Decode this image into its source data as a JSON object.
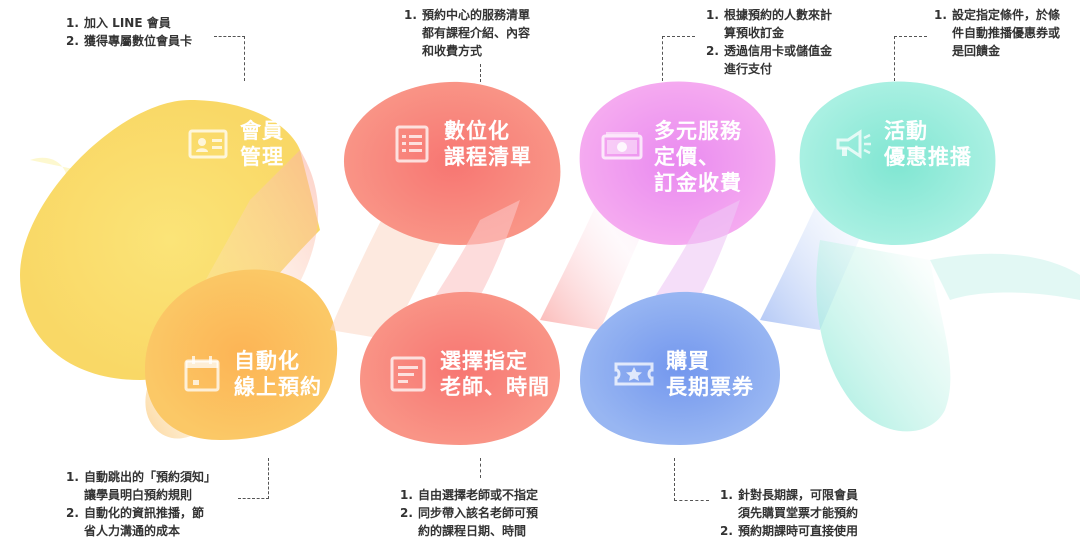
{
  "colors": {
    "yellow": "#f9e06a",
    "orange": "#fbbd5c",
    "red": "#f77f7a",
    "pink": "#f5a9e6",
    "magenta": "#e98af0",
    "blue": "#7fa2ef",
    "cyan": "#88e8d6",
    "text": "#333333"
  },
  "nodes": [
    {
      "id": "member",
      "icon": "id-card-icon",
      "title": "會員\n管理"
    },
    {
      "id": "course",
      "icon": "list-document-icon",
      "title": "數位化\n課程清單"
    },
    {
      "id": "pricing",
      "icon": "money-bill-icon",
      "title": "多元服務\n定價、\n訂金收費"
    },
    {
      "id": "promo",
      "icon": "megaphone-icon",
      "title": "活動\n優惠推播"
    },
    {
      "id": "booking",
      "icon": "calendar-icon",
      "title": "自動化\n線上預約"
    },
    {
      "id": "teacher",
      "icon": "form-document-icon",
      "title": "選擇指定\n老師、時間"
    },
    {
      "id": "ticket",
      "icon": "star-ticket-icon",
      "title": "購買\n長期票券"
    }
  ],
  "notes": [
    {
      "id": "member",
      "items": [
        {
          "num": "1.",
          "text": "加入 LINE 會員"
        },
        {
          "num": "2.",
          "text": "獲得專屬數位會員卡"
        }
      ]
    },
    {
      "id": "course",
      "items": [
        {
          "num": "1.",
          "text": "預約中心的服務清單\n都有課程介紹、內容\n和收費方式"
        }
      ]
    },
    {
      "id": "pricing",
      "items": [
        {
          "num": "1.",
          "text": "根據預約的人數來計\n算預收訂金"
        },
        {
          "num": "2.",
          "text": "透過信用卡或儲值金\n進行支付"
        }
      ]
    },
    {
      "id": "promo",
      "items": [
        {
          "num": "1.",
          "text": "設定指定條件，於條\n件自動推播優惠券或\n是回饋金"
        }
      ]
    },
    {
      "id": "booking",
      "items": [
        {
          "num": "1.",
          "text": "自動跳出的「預約須知」\n讓學員明白預約規則"
        },
        {
          "num": "2.",
          "text": "自動化的資訊推播，節\n省人力溝通的成本"
        }
      ]
    },
    {
      "id": "teacher",
      "items": [
        {
          "num": "1.",
          "text": "自由選擇老師或不指定"
        },
        {
          "num": "2.",
          "text": "同步帶入該名老師可預\n約的課程日期、時間"
        }
      ]
    },
    {
      "id": "ticket",
      "items": [
        {
          "num": "1.",
          "text": "針對長期課，可限會員\n須先購買堂票才能預約"
        },
        {
          "num": "2.",
          "text": "預約期課時可直接使用"
        }
      ]
    }
  ]
}
